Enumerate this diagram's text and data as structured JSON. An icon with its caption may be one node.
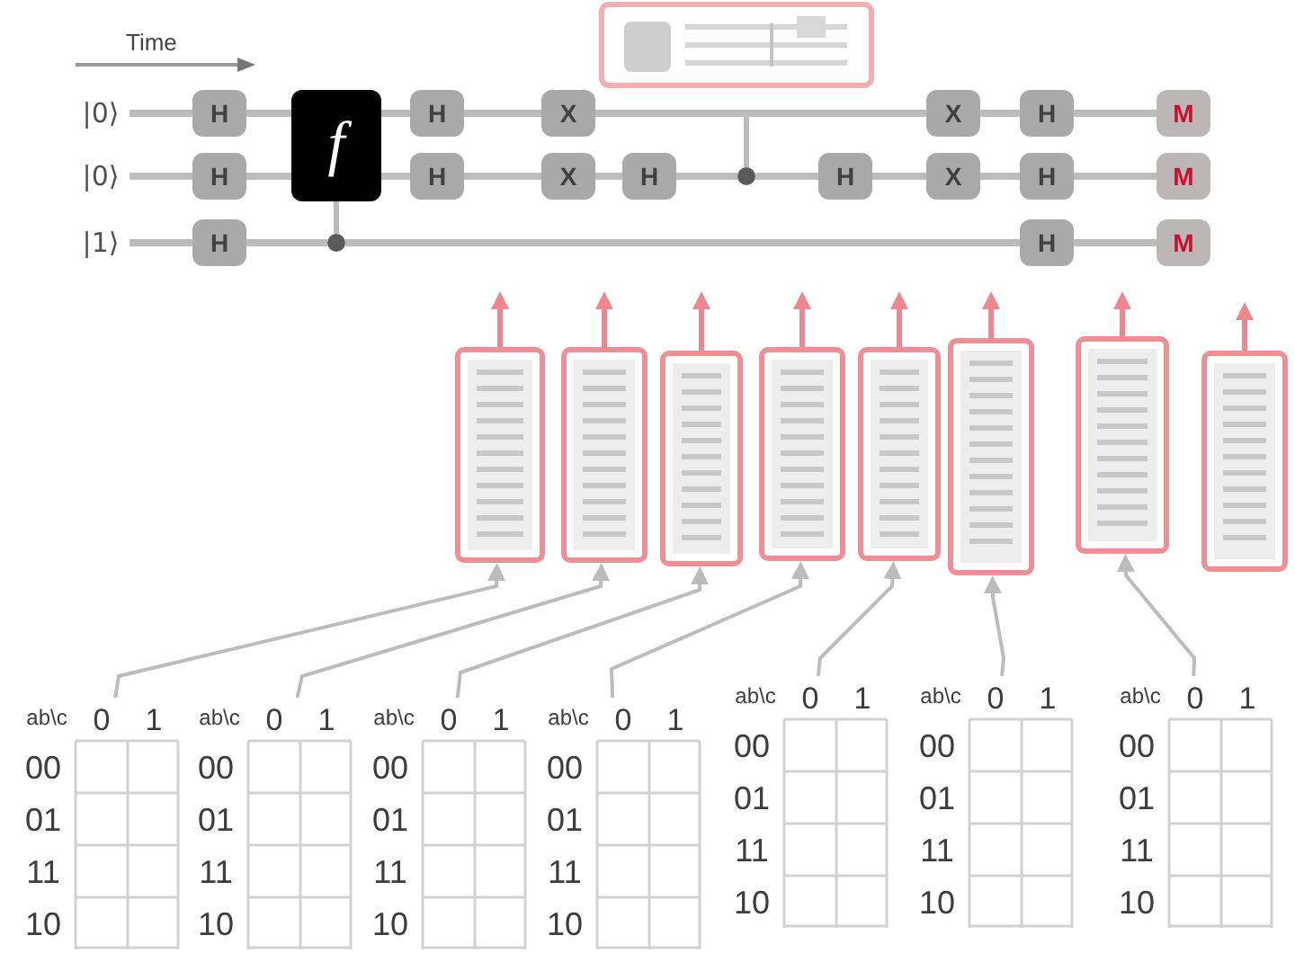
{
  "diagram": {
    "nodes": [
      {
        "text": [
          "|0⟩"
        ]
      },
      {
        "text": [
          "|0⟩"
        ]
      },
      {
        "text": [
          "|1⟩"
        ]
      },
      {
        "text": [
          "H"
        ]
      },
      {
        "text": [
          "H"
        ]
      },
      {
        "text": [
          "H"
        ]
      },
      {
        "text": [
          "f"
        ]
      },
      {
        "text": [],
        "shape": "circle"
      },
      {
        "text": [
          "H"
        ]
      },
      {
        "text": [
          "H"
        ]
      },
      {
        "text": [
          "X"
        ]
      },
      {
        "text": [
          "X"
        ]
      },
      {
        "text": [
          "H"
        ]
      },
      {
        "text": [],
        "shape": "circle"
      },
      {
        "text": [
          "H"
        ]
      },
      {
        "text": [
          "X"
        ]
      },
      {
        "text": [
          "X"
        ]
      },
      {
        "text": [
          "H"
        ]
      },
      {
        "text": [
          "H"
        ]
      },
      {
        "text": [
          "H"
        ]
      },
      {
        "text": [
          "M"
        ]
      },
      {
        "text": [
          "M"
        ]
      },
      {
        "text": [
          "M"
        ]
      },
      {
        "text": [],
        "shape": "box"
      },
      {
        "text": [],
        "shape": "box"
      },
      {
        "text": [],
        "shape": "box"
      },
      {
        "text": [],
        "shape": "box"
      },
      {
        "text": [],
        "shape": "box"
      },
      {
        "text": [],
        "shape": "box"
      },
      {
        "text": [],
        "shape": "box"
      },
      {
        "text": [],
        "shape": "box"
      },
      {
        "text": [
          "ab\\c",
          "0",
          "1",
          "00",
          "01",
          "11",
          "10"
        ]
      },
      {
        "text": [
          "ab\\c",
          "0",
          "1",
          "00",
          "01",
          "11",
          "10"
        ]
      },
      {
        "text": [
          "ab\\c",
          "0",
          "1",
          "00",
          "01",
          "11",
          "10"
        ]
      },
      {
        "text": [
          "ab\\c",
          "0",
          "1",
          "00",
          "01",
          "11",
          "10"
        ]
      },
      {
        "text": [
          "ab\\c",
          "0",
          "1",
          "00",
          "01",
          "11",
          "10"
        ]
      },
      {
        "text": [
          "ab\\c",
          "0",
          "1",
          "00",
          "01",
          "11",
          "10"
        ]
      },
      {
        "text": [
          "ab\\c",
          "0",
          "1",
          "00",
          "01",
          "11",
          "10"
        ]
      }
    ],
    "edges": [
      {
        "from": 0,
        "to": 3,
        "arrow": "none"
      },
      {
        "from": 1,
        "to": 4,
        "arrow": "none"
      },
      {
        "from": 2,
        "to": 5,
        "arrow": "none"
      },
      {
        "from": 3,
        "to": 6,
        "arrow": "none"
      },
      {
        "from": 4,
        "to": 6,
        "arrow": "none"
      },
      {
        "from": 5,
        "to": 7,
        "arrow": "none"
      },
      {
        "from": 7,
        "to": 6,
        "arrow": "none"
      },
      {
        "from": 6,
        "to": 8,
        "arrow": "none"
      },
      {
        "from": 6,
        "to": 9,
        "arrow": "none"
      },
      {
        "from": 8,
        "to": 10,
        "arrow": "none"
      },
      {
        "from": 9,
        "to": 11,
        "arrow": "none"
      },
      {
        "from": 10,
        "to": 15,
        "arrow": "none"
      },
      {
        "from": 11,
        "to": 12,
        "arrow": "none"
      },
      {
        "from": 12,
        "to": 13,
        "arrow": "none"
      },
      {
        "from": 13,
        "to": 14,
        "arrow": "none"
      },
      {
        "from": 14,
        "to": 16,
        "arrow": "none"
      },
      {
        "from": 13,
        "to": null,
        "arrow": "none"
      },
      {
        "from": 15,
        "to": 17,
        "arrow": "none"
      },
      {
        "from": 16,
        "to": 18,
        "arrow": "none"
      },
      {
        "from": 7,
        "to": 19,
        "arrow": "none"
      },
      {
        "from": 17,
        "to": 20,
        "arrow": "none"
      },
      {
        "from": 18,
        "to": 21,
        "arrow": "none"
      },
      {
        "from": 19,
        "to": 22,
        "arrow": "none"
      },
      {
        "from": 23,
        "to": null,
        "arrow": "to",
        "color": "#ee868d"
      },
      {
        "from": 24,
        "to": null,
        "arrow": "to",
        "color": "#ee868d"
      },
      {
        "from": 25,
        "to": null,
        "arrow": "to",
        "color": "#ee868d"
      },
      {
        "from": 26,
        "to": null,
        "arrow": "to",
        "color": "#ee868d"
      },
      {
        "from": 27,
        "to": null,
        "arrow": "to",
        "color": "#ee868d"
      },
      {
        "from": 28,
        "to": null,
        "arrow": "to",
        "color": "#ee868d"
      },
      {
        "from": 29,
        "to": null,
        "arrow": "to",
        "color": "#ee868d"
      },
      {
        "from": 30,
        "to": null,
        "arrow": "to",
        "color": "#ee868d"
      },
      {
        "from": 31,
        "to": 23,
        "arrow": "to"
      },
      {
        "from": 32,
        "to": 24,
        "arrow": "to"
      },
      {
        "from": 33,
        "to": 25,
        "arrow": "to"
      },
      {
        "from": 34,
        "to": 26,
        "arrow": "to"
      },
      {
        "from": 35,
        "to": 27,
        "arrow": "to"
      },
      {
        "from": 36,
        "to": 28,
        "arrow": "to"
      },
      {
        "from": 37,
        "to": 29,
        "arrow": "to"
      }
    ],
    "labels": [
      "Time"
    ]
  }
}
